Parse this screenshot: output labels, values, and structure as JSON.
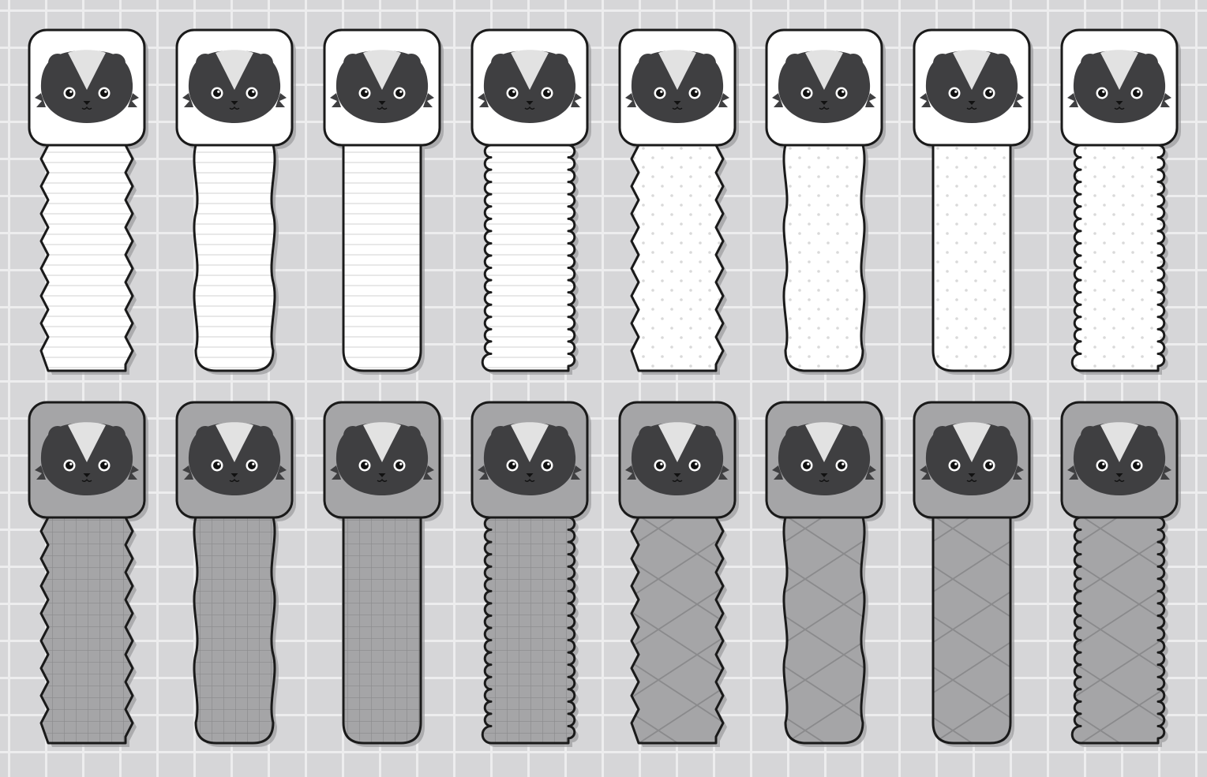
{
  "sheet": {
    "rows": [
      {
        "theme": "white",
        "colors": {
          "head_bg": "#ffffff",
          "strip_bg": "#ffffff",
          "pattern": "#d9d9d9",
          "outline": "#1a1a1a"
        },
        "bookmarks": [
          {
            "edge": "zigzag",
            "pattern": "lines"
          },
          {
            "edge": "wavy",
            "pattern": "lines"
          },
          {
            "edge": "straight",
            "pattern": "lines"
          },
          {
            "edge": "scallop",
            "pattern": "lines"
          },
          {
            "edge": "zigzag",
            "pattern": "dots"
          },
          {
            "edge": "wavy",
            "pattern": "dots"
          },
          {
            "edge": "straight",
            "pattern": "dots"
          },
          {
            "edge": "scallop",
            "pattern": "dots"
          }
        ]
      },
      {
        "theme": "grey",
        "colors": {
          "head_bg": "#a5a5a7",
          "strip_bg": "#a5a5a7",
          "pattern": "#8a8a8c",
          "outline": "#1a1a1a"
        },
        "bookmarks": [
          {
            "edge": "zigzag",
            "pattern": "grid"
          },
          {
            "edge": "wavy",
            "pattern": "grid"
          },
          {
            "edge": "straight",
            "pattern": "grid"
          },
          {
            "edge": "scallop",
            "pattern": "grid"
          },
          {
            "edge": "zigzag",
            "pattern": "crosshatch"
          },
          {
            "edge": "wavy",
            "pattern": "crosshatch"
          },
          {
            "edge": "straight",
            "pattern": "crosshatch"
          },
          {
            "edge": "scallop",
            "pattern": "crosshatch"
          }
        ]
      }
    ],
    "character": {
      "icon": "skunk-face-icon",
      "colors": {
        "fur": "#3f3f41",
        "stripe": "#e2e2e2",
        "eye": "#ffffff",
        "pupil": "#111111",
        "nose": "#111111"
      }
    },
    "colors": {
      "background": "#d6d6d8",
      "grid_lines": "#ededee",
      "shadow": "#9a9a9c"
    }
  }
}
